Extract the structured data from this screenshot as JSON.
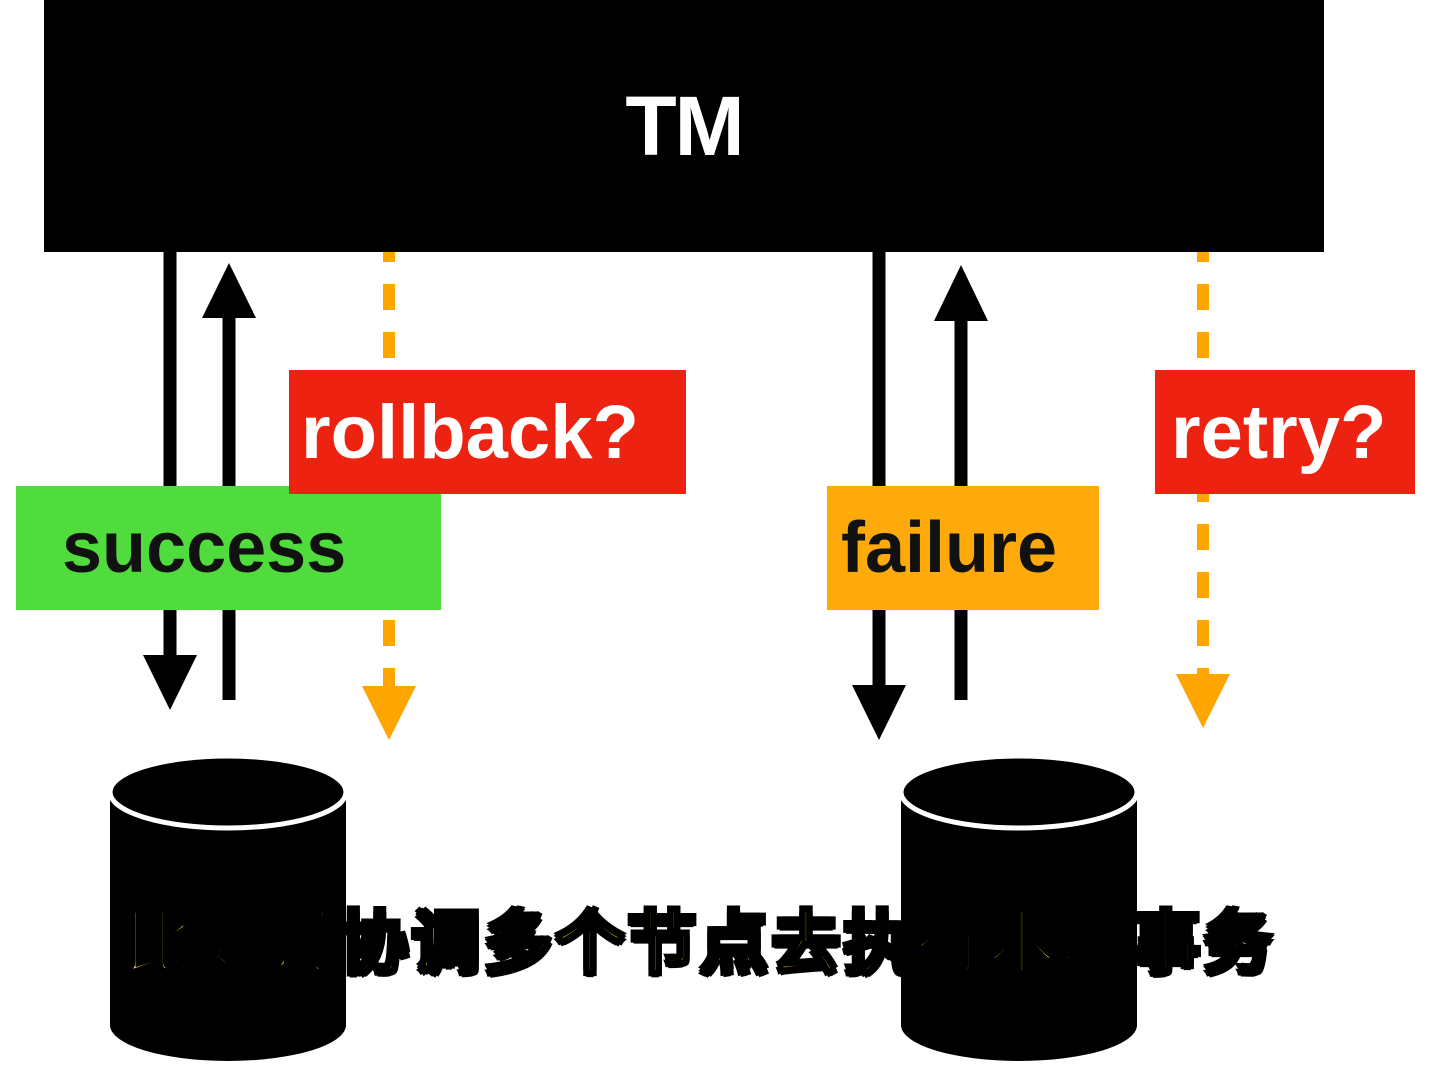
{
  "coordinator": {
    "label": "TM"
  },
  "tags": {
    "success": "success",
    "rollback": "rollback?",
    "failure": "failure",
    "retry": "retry?"
  },
  "caption": "比如说协调多个节点去执行本地事务",
  "colors": {
    "success": "#4fdc3c",
    "rollback": "#ee2211",
    "failure": "#ffaa0b",
    "retry": "#ee2211",
    "dashed_arrow": "#ffa500",
    "caption_text": "#f4e100"
  },
  "icons": [
    "database-icon",
    "database-icon"
  ]
}
